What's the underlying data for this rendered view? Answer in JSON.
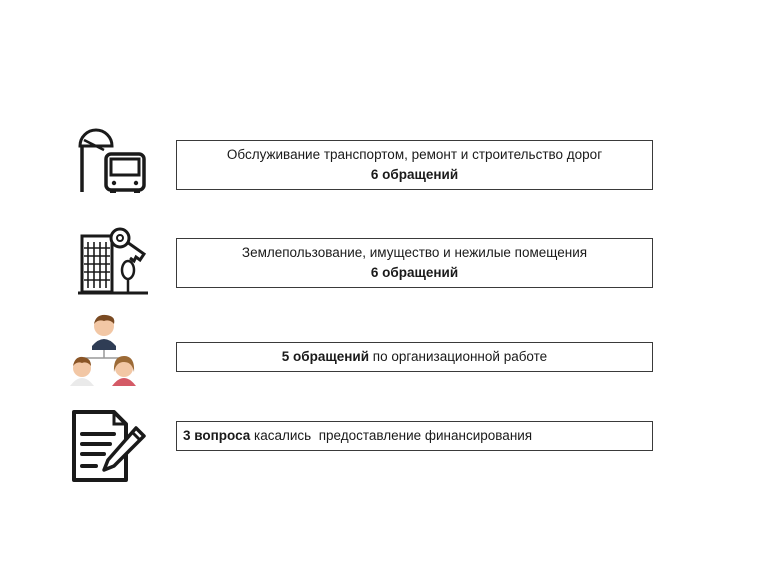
{
  "items": [
    {
      "icon": "bus-stop-icon",
      "line1": "Обслуживание транспортом, ремонт и строительство дорог",
      "line2": "6 обращений"
    },
    {
      "icon": "building-key-icon",
      "line1": "Землепользование, имущество и нежилые помещения",
      "line2": "6 обращений"
    },
    {
      "icon": "people-group-icon",
      "bold": "5 обращений",
      "rest": " по организационной работе"
    },
    {
      "icon": "document-pen-icon",
      "bold": "3 вопроса",
      "rest": " касались  предоставление финансирования"
    }
  ]
}
